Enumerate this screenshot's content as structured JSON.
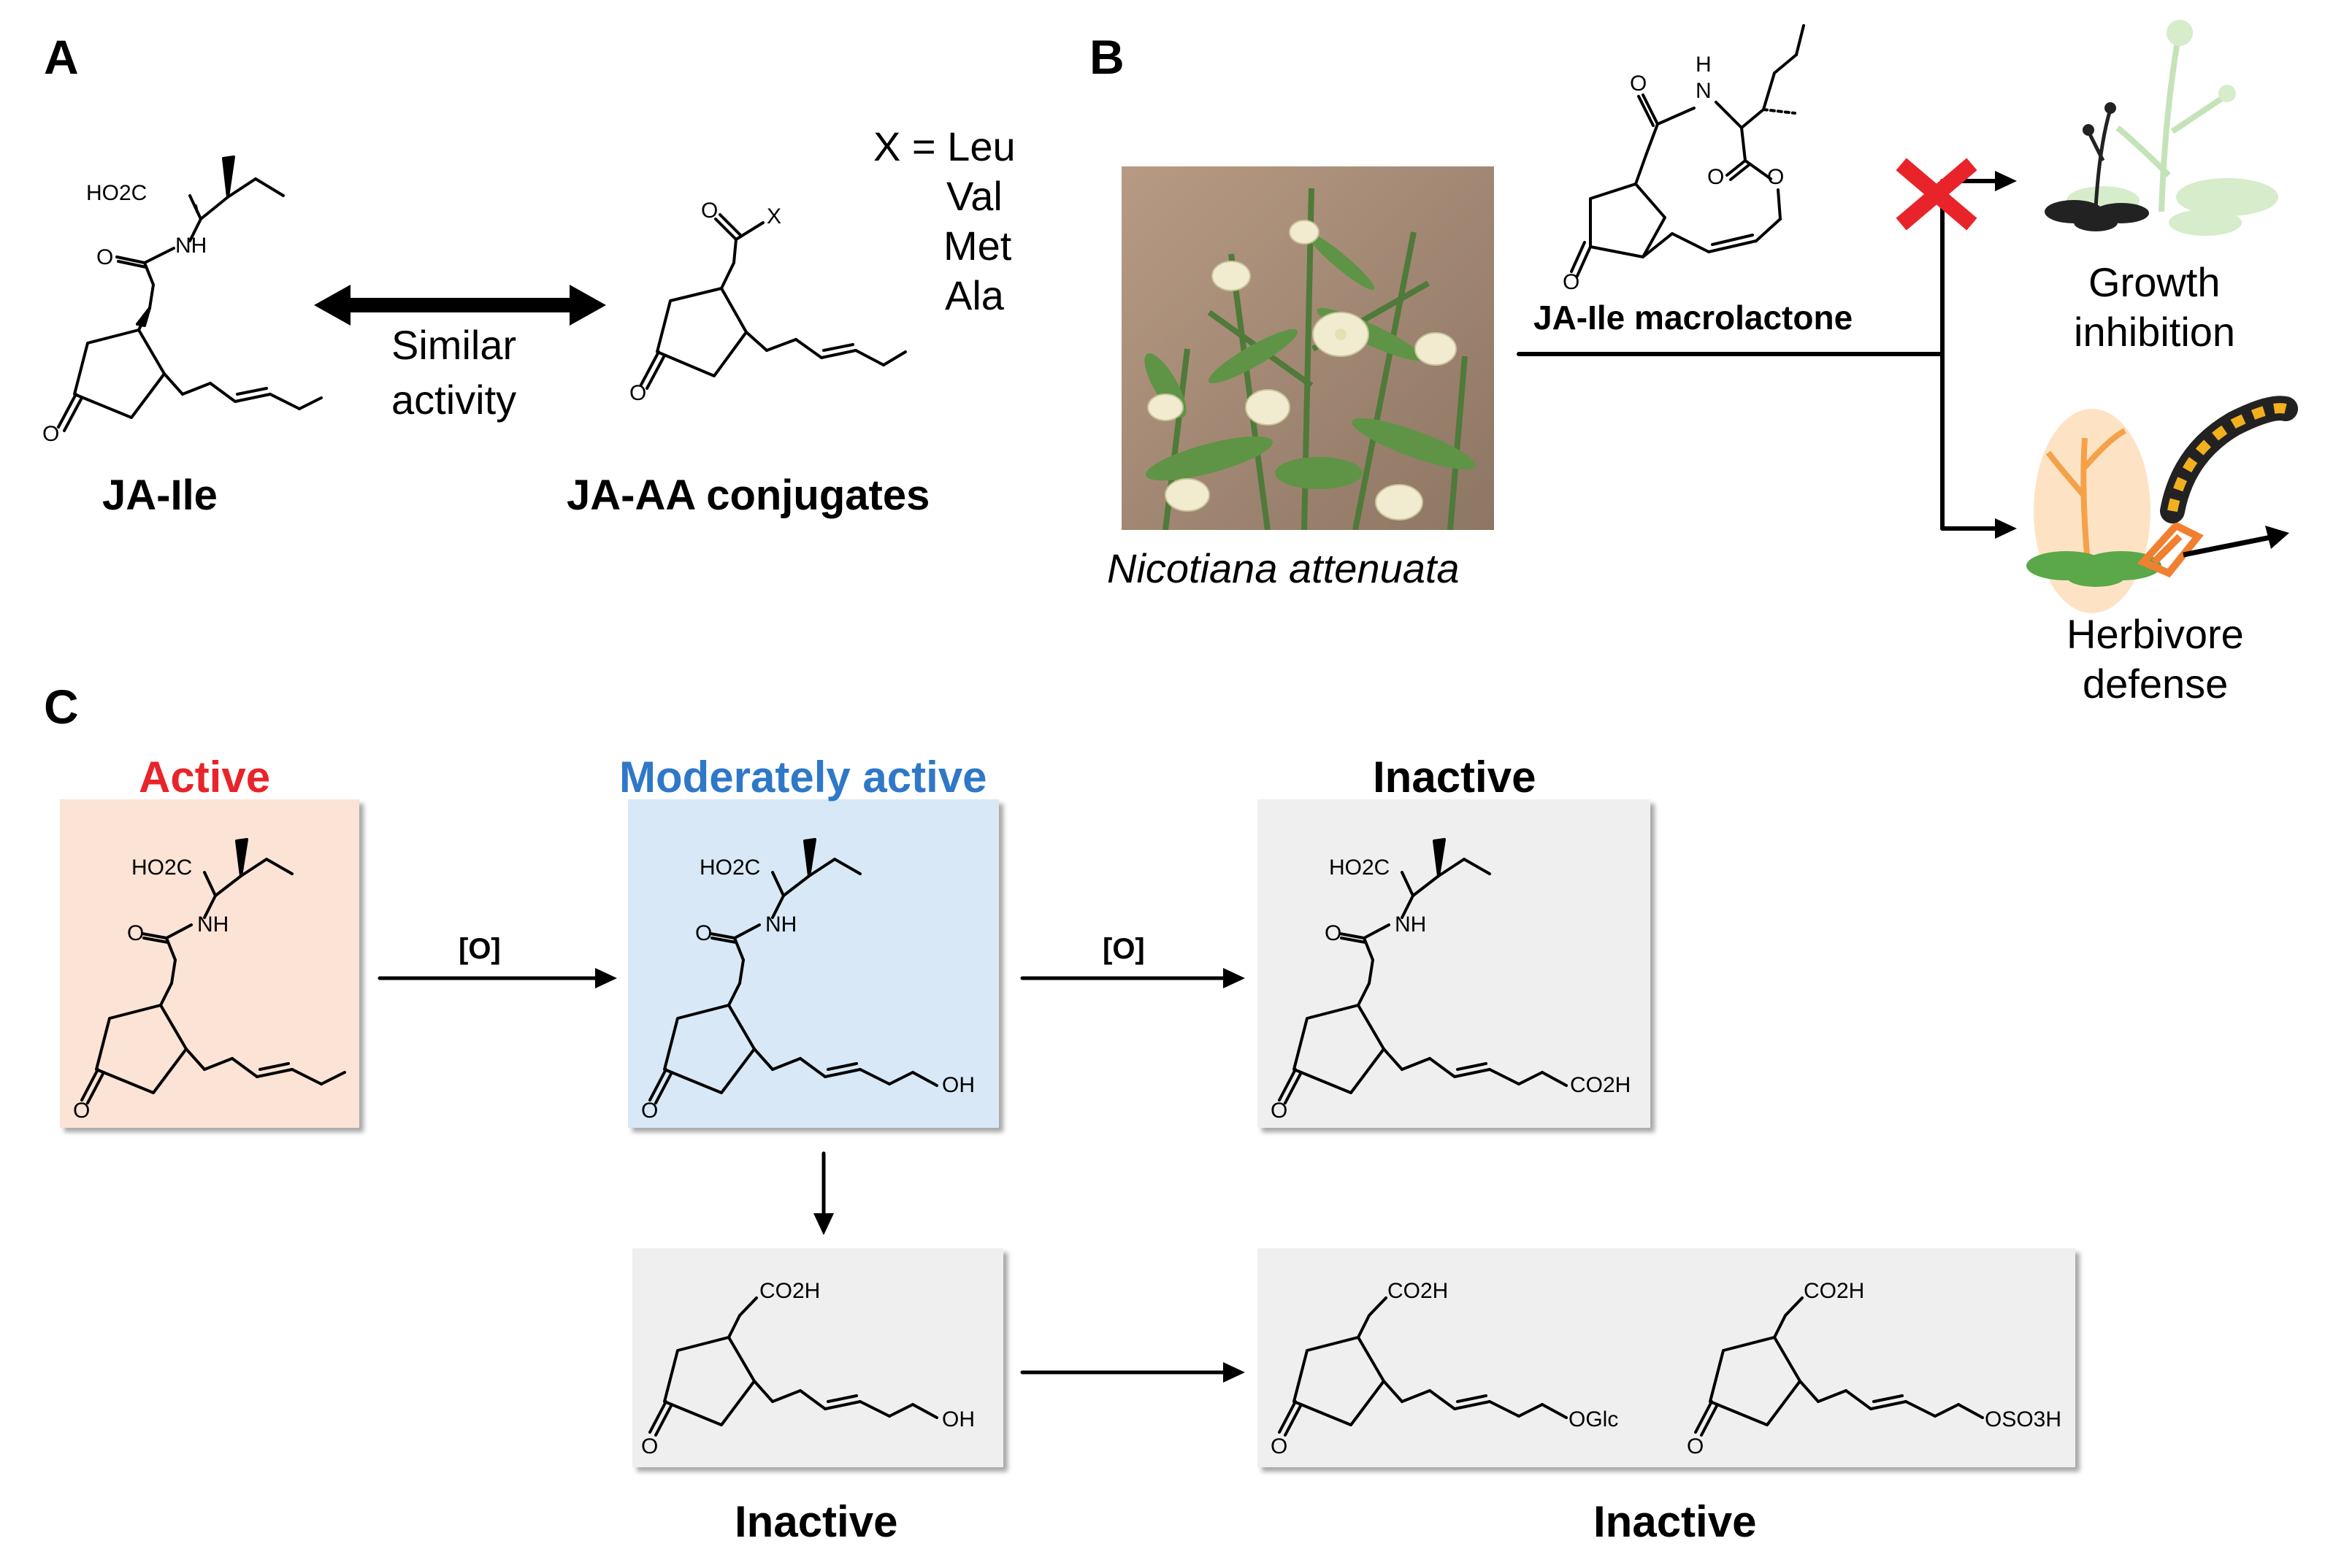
{
  "panels": {
    "a": "A",
    "b": "B",
    "c": "C"
  },
  "panel_a": {
    "left_compound": "JA-Ile",
    "right_compound": "JA-AA conjugates",
    "arrow_label_line1": "Similar",
    "arrow_label_line2": "activity",
    "x_def_line1": "X = Leu",
    "x_def_line2": "Val",
    "x_def_line3": "Met",
    "x_def_line4": "Ala",
    "group_x": "X"
  },
  "panel_b": {
    "photo_caption": "Nicotiana attenuata",
    "macrolactone_name": "JA-Ile macrolactone",
    "outcome1_line1": "Growth",
    "outcome1_line2": "inhibition",
    "outcome2_line1": "Herbivore",
    "outcome2_line2": "defense"
  },
  "panel_c": {
    "active_label": "Active",
    "moderate_label": "Moderately active",
    "inactive_top": "Inactive",
    "inactive_bottom_left": "Inactive",
    "inactive_bottom_right": "Inactive",
    "oxidation_1": "[O]",
    "oxidation_2": "[O]",
    "group_oh": "OH",
    "group_co2h": "CO2H",
    "group_oglc": "OGlc",
    "group_oso3h": "OSO3H"
  },
  "atoms": {
    "ho2c": "HO2C",
    "nh": "NH",
    "o": "O",
    "h_amide": "H",
    "co2h": "CO2H"
  },
  "colors": {
    "active_text": "#e8242a",
    "moderate_text": "#2f78c8",
    "active_box": "#fbe3d6",
    "moderate_box": "#d8e8f6",
    "inactive_box": "#efefef",
    "red_x": "#e8242a"
  }
}
